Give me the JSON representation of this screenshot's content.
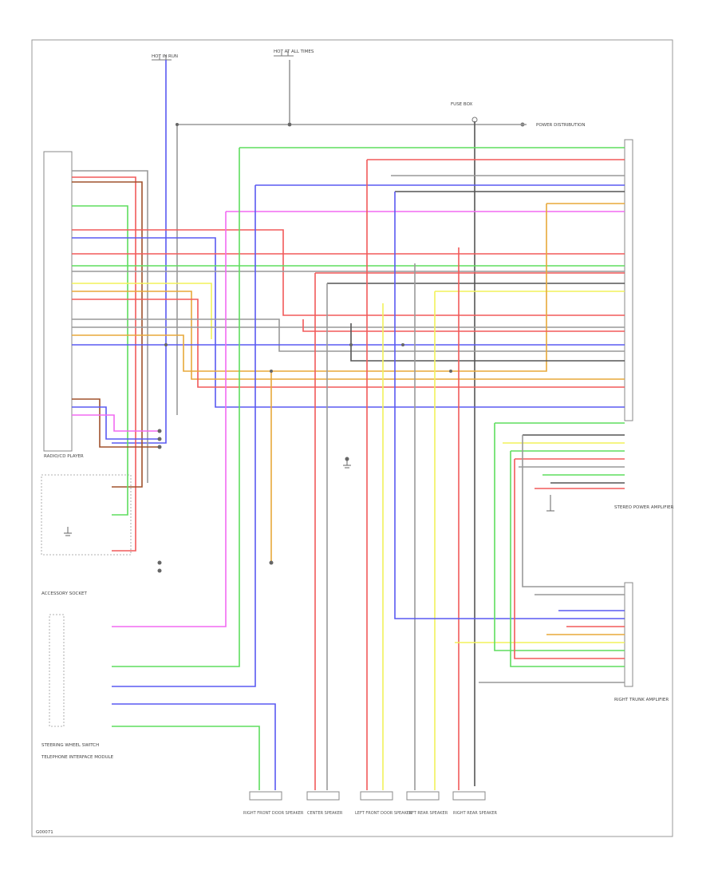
{
  "diagram": {
    "page_label": "G00071",
    "left_modules": [
      {
        "id": "radio",
        "label": "RADIO/CD PLAYER"
      },
      {
        "id": "accessory",
        "label": "ACCESSORY SOCKET"
      },
      {
        "id": "telephone",
        "label": "TELEPHONE INTERFACE MODULE"
      },
      {
        "id": "steering",
        "label": "STEERING WHEEL SWITCH"
      }
    ],
    "right_modules": [
      {
        "id": "amp1",
        "label": "STEREO POWER AMPLIFIER"
      },
      {
        "id": "amp2",
        "label": "RIGHT TRUNK AMPLIFIER"
      }
    ],
    "top_labels": [
      {
        "id": "hot_run",
        "label": "HOT IN RUN"
      },
      {
        "id": "hot_times",
        "label": "HOT AT ALL TIMES"
      },
      {
        "id": "fuse_box",
        "label": "FUSE BOX"
      },
      {
        "id": "power_dist",
        "label": "POWER DISTRIBUTION"
      }
    ],
    "speakers": [
      {
        "id": "spk1",
        "label": "RIGHT FRONT DOOR SPEAKER"
      },
      {
        "id": "spk2",
        "label": "CENTER SPEAKER"
      },
      {
        "id": "spk3",
        "label": "LEFT FRONT DOOR SPEAKER"
      },
      {
        "id": "spk4",
        "label": "LEFT REAR SPEAKER"
      },
      {
        "id": "spk5",
        "label": "RIGHT REAR SPEAKER"
      }
    ],
    "wire_colors": {
      "red": "#f25a5a",
      "green": "#5ede5e",
      "blue": "#5a5af2",
      "yellow": "#f2f25a",
      "magenta": "#f26af2",
      "orange": "#e8a83a",
      "gray": "#8a8a8a",
      "brown": "#a0522d",
      "dark": "#555555"
    }
  }
}
